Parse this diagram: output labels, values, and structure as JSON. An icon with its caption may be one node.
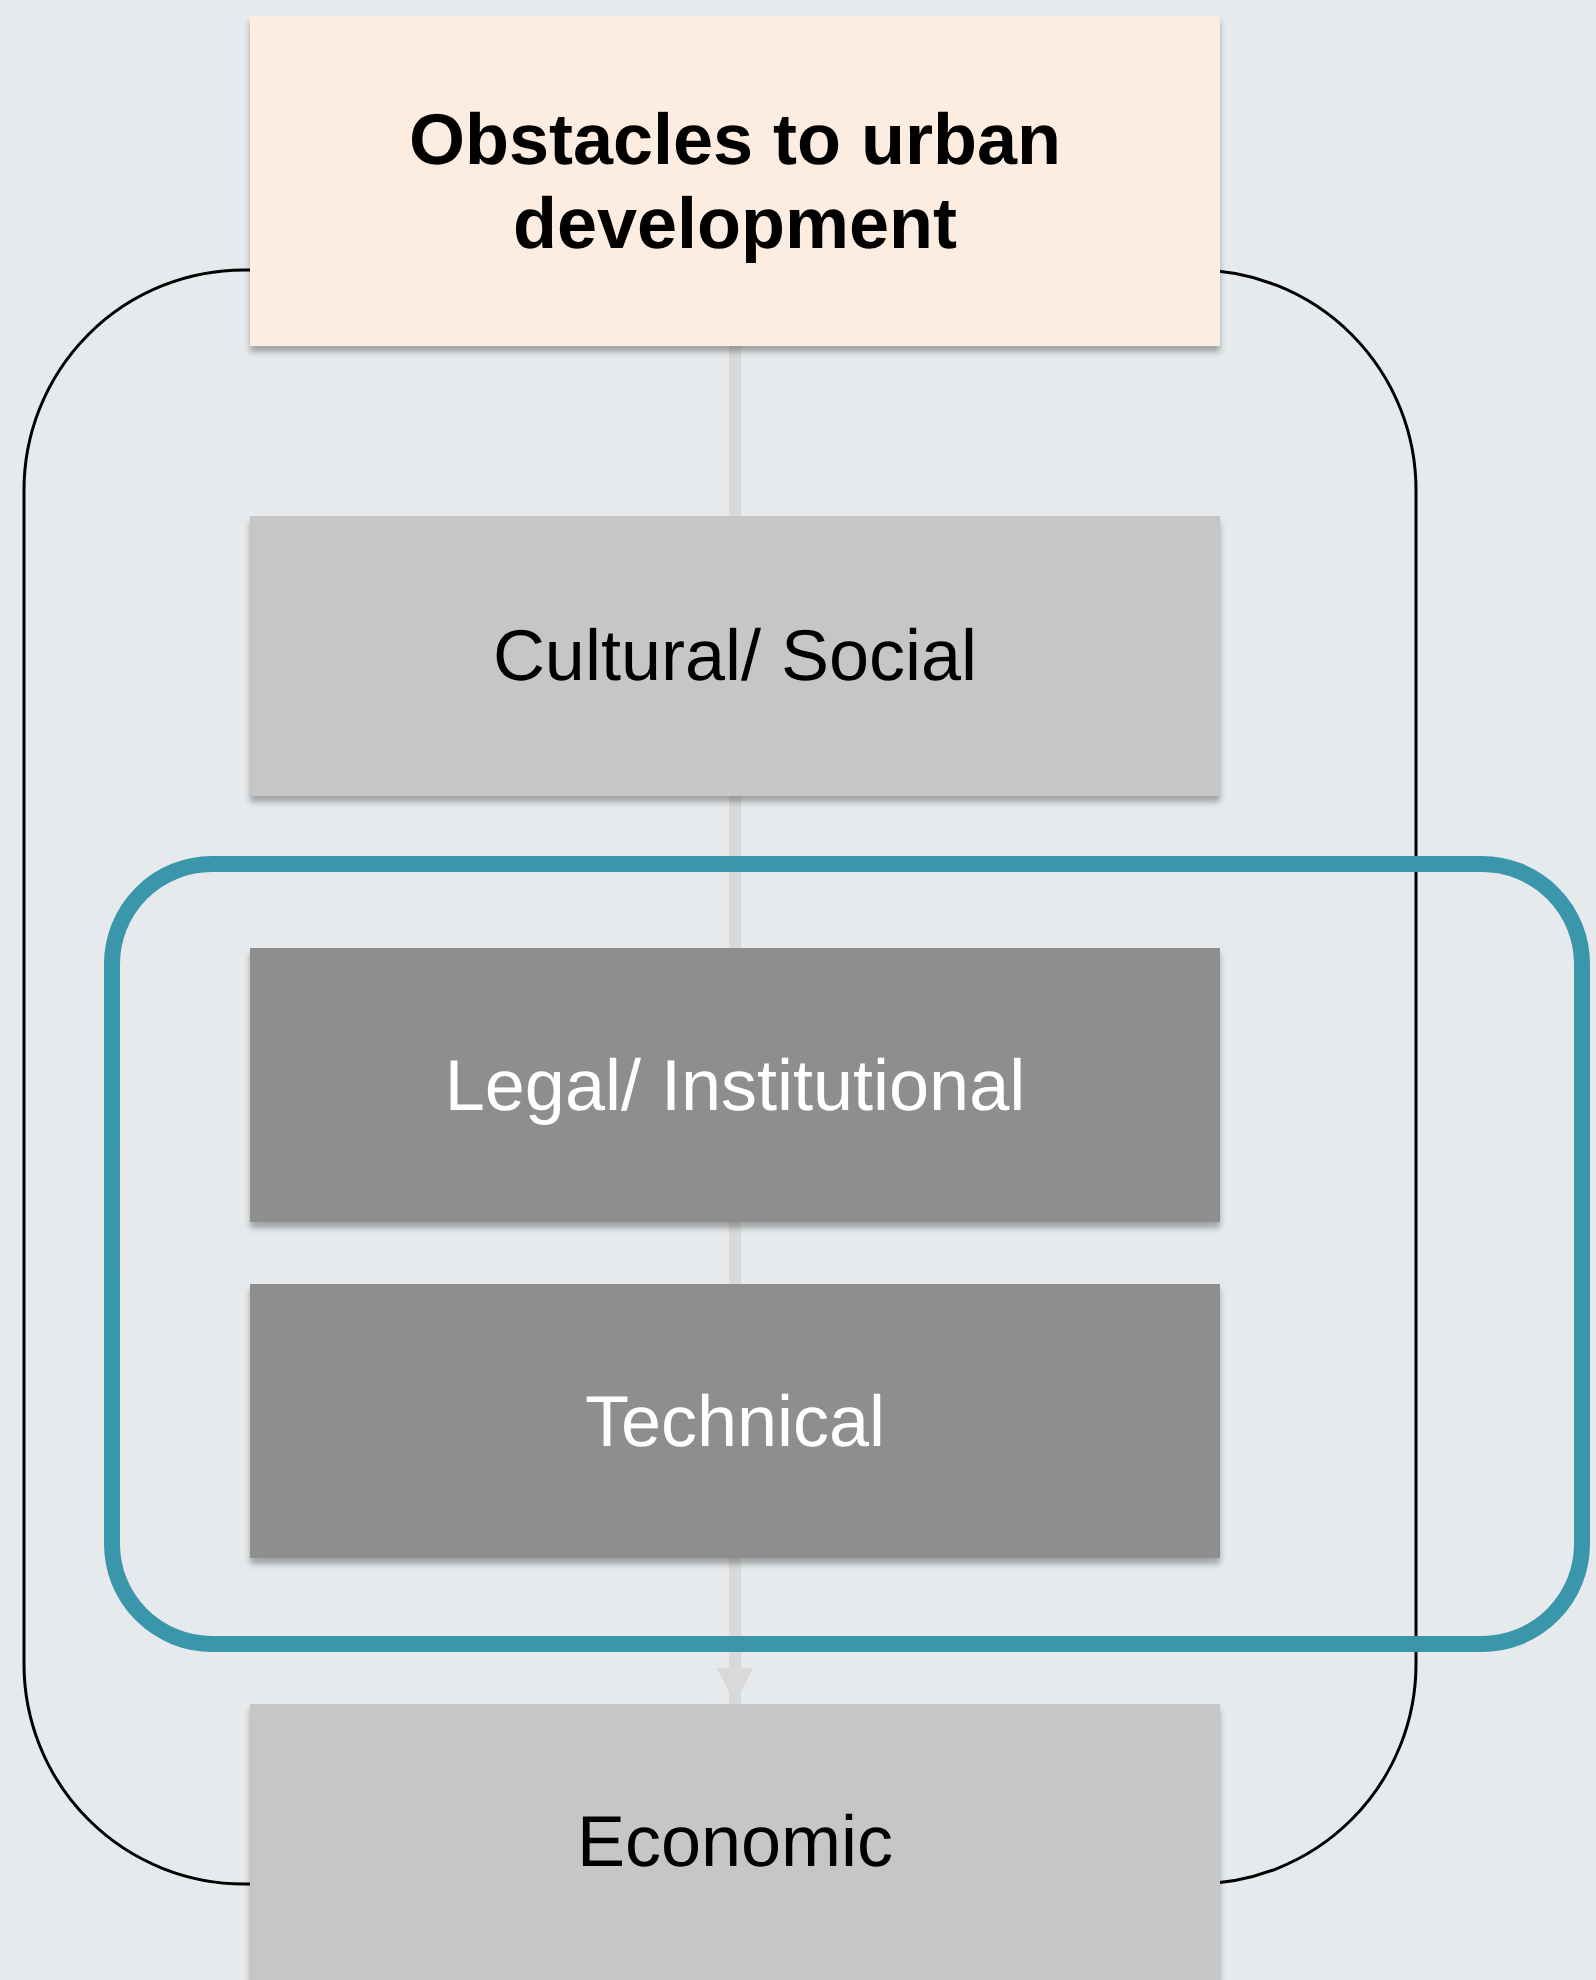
{
  "diagram": {
    "nodes": [
      {
        "text": [
          "Obstacles to urban development"
        ]
      },
      {
        "text": [
          "Cultural/ Social"
        ]
      },
      {
        "text": [
          "Legal/ Institutional"
        ]
      },
      {
        "text": [
          "Technical"
        ]
      },
      {
        "text": [
          "Economic"
        ]
      }
    ],
    "edges": [
      {
        "from": 0,
        "to": 1,
        "arrow": "none"
      },
      {
        "from": 1,
        "to": 2,
        "arrow": "none"
      },
      {
        "from": 2,
        "to": 3,
        "arrow": "none"
      },
      {
        "from": 3,
        "to": 4,
        "arrow": "to"
      }
    ]
  }
}
